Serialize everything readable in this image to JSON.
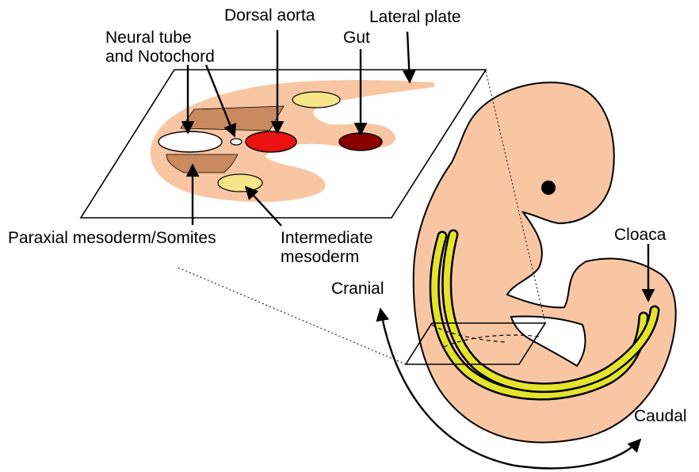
{
  "labels": {
    "neural_tube_line1": "Neural tube",
    "neural_tube_line2": "and Notochord",
    "dorsal_aorta": "Dorsal aorta",
    "lateral_plate": "Lateral plate",
    "gut": "Gut",
    "paraxial": "Paraxial mesoderm/Somites",
    "intermediate_line1": "Intermediate",
    "intermediate_line2": "mesoderm",
    "cloaca": "Cloaca",
    "cranial": "Cranial",
    "caudal": "Caudal"
  },
  "colors": {
    "embryo_skin": "#f9c6a4",
    "somite_brown": "#c98a5f",
    "intermediate_yellow": "#f7e58a",
    "aorta_red": "#ee1111",
    "gut_dark_red": "#8a0000",
    "nephric_yellow": "#e3e42b",
    "neural_white": "#ffffff"
  }
}
